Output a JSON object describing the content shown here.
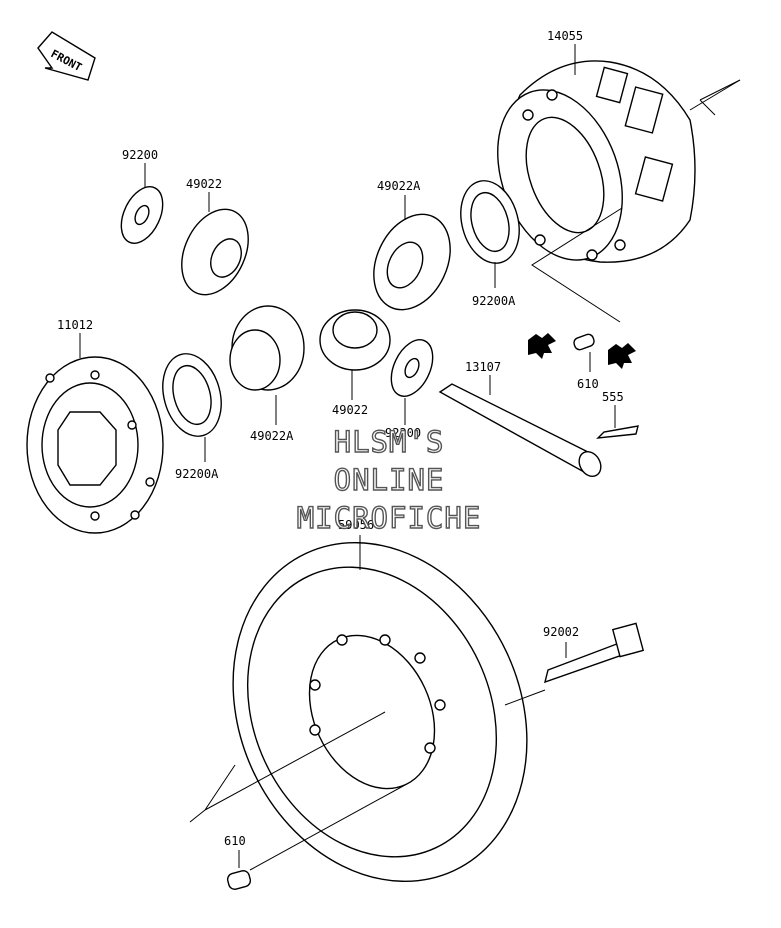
{
  "front_label": "FRONT",
  "parts": {
    "p14055": "14055",
    "p92200_top": "92200",
    "p49022_left": "49022",
    "p49022A_top": "49022A",
    "p92200A_right": "92200A",
    "p11012": "11012",
    "p49022A_bottom": "49022A",
    "p49022_mid": "49022",
    "p92200_mid": "92200",
    "p92200A_left": "92200A",
    "p13107": "13107",
    "p610_right": "610",
    "p555": "555",
    "p59056": "59056",
    "p92002": "92002",
    "p610_bottom": "610"
  },
  "watermark": {
    "line1": "HLSM'S",
    "line2": "ONLINE",
    "line3": "MICROFICHE"
  }
}
